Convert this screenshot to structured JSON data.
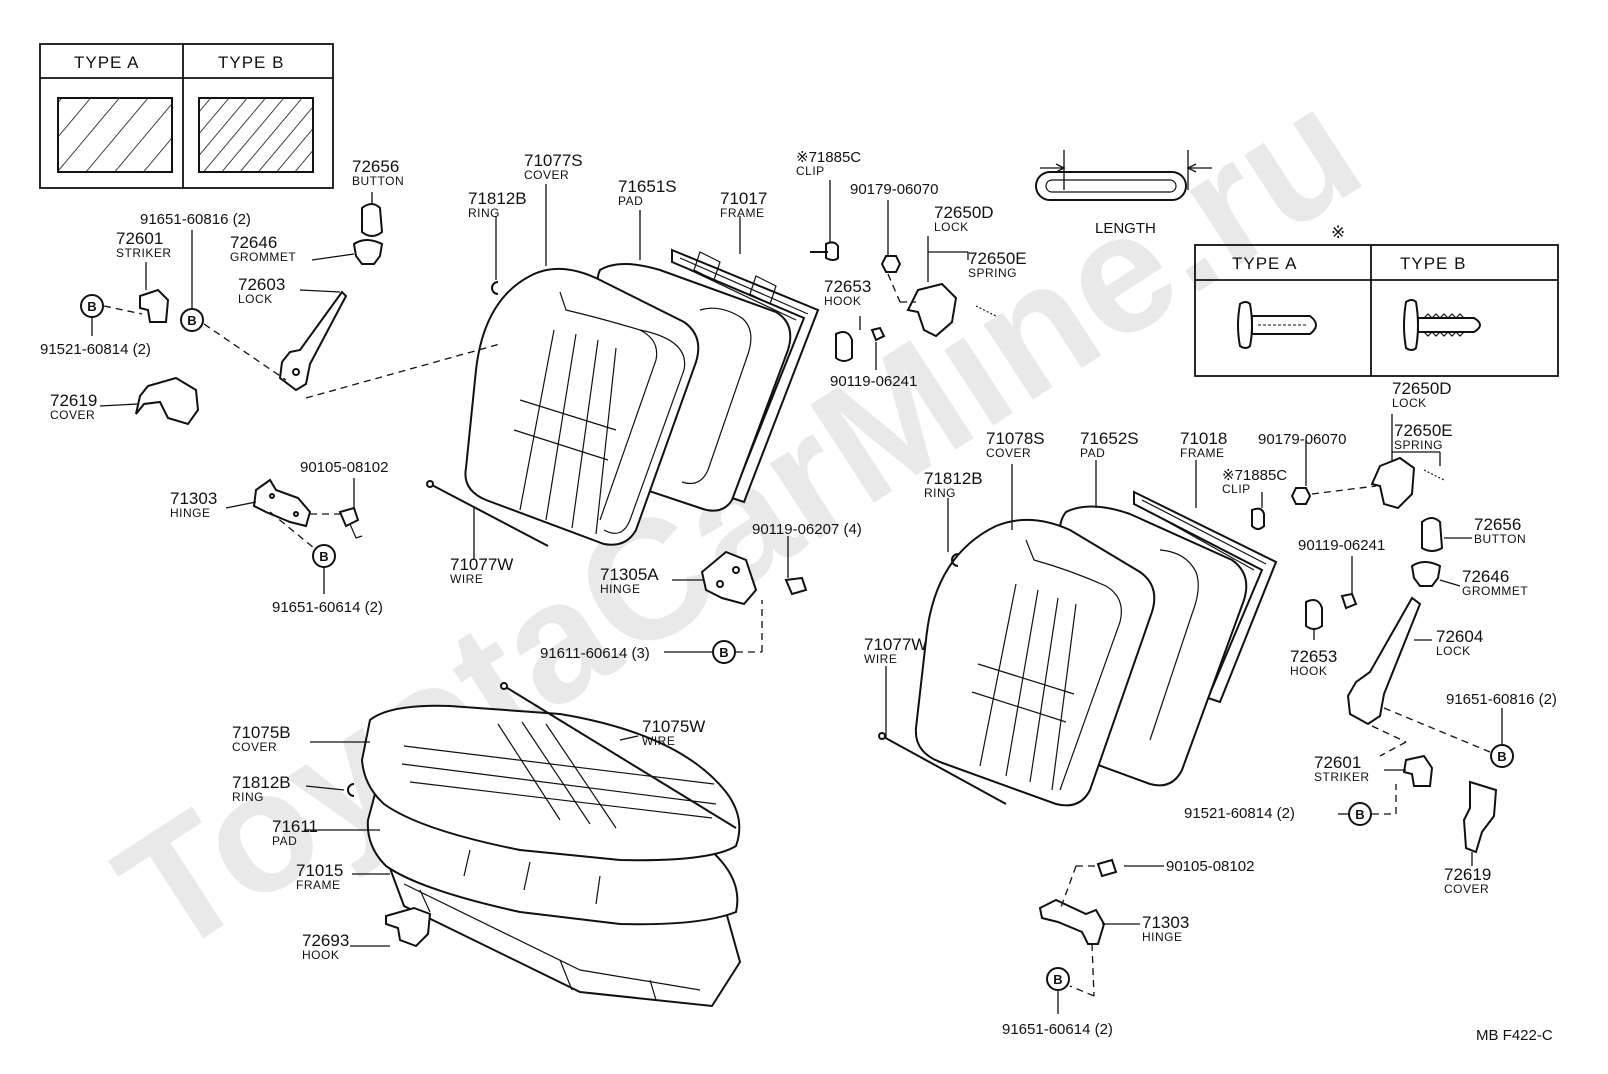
{
  "watermark": "ToyotaCarMine.ru",
  "type_table_top": {
    "type_a": "TYPE A",
    "type_b": "TYPE B"
  },
  "type_table_clip": {
    "mark": "※",
    "type_a": "TYPE A",
    "type_b": "TYPE B"
  },
  "length_label": "LENGTH",
  "drawing_code": "MB  F422-C",
  "b_marker": "B",
  "labels": {
    "p72656a": [
      "72656",
      "BUTTON"
    ],
    "p91651_60816a": [
      "91651-60816 (2)"
    ],
    "p72601a": [
      "72601",
      "STRIKER"
    ],
    "p72646a": [
      "72646",
      "GROMMET"
    ],
    "p72603": [
      "72603",
      "LOCK"
    ],
    "p91521a": [
      "91521-60814 (2)"
    ],
    "p72619a": [
      "72619",
      "COVER"
    ],
    "p90105a": [
      "90105-08102"
    ],
    "p71303a": [
      "71303",
      "HINGE"
    ],
    "p91651_60614a": [
      "91651-60614 (2)"
    ],
    "p71812b_a": [
      "71812B",
      "RING"
    ],
    "p71077s": [
      "71077S",
      "COVER"
    ],
    "p71651s": [
      "71651S",
      "PAD"
    ],
    "p71017": [
      "71017",
      "FRAME"
    ],
    "p71077w_a": [
      "71077W",
      "WIRE"
    ],
    "p71885c_a": [
      "※71885C",
      "CLIP"
    ],
    "p90179a": [
      "90179-06070"
    ],
    "p72650d_a": [
      "72650D",
      "LOCK"
    ],
    "p72650e_a": [
      "72650E",
      "SPRING"
    ],
    "p72653a": [
      "72653",
      "HOOK"
    ],
    "p90119_06241a": [
      "90119-06241"
    ],
    "p90119_06207": [
      "90119-06207 (4)"
    ],
    "p71305a": [
      "71305A",
      "HINGE"
    ],
    "p91611": [
      "91611-60614 (3)"
    ],
    "p71075b": [
      "71075B",
      "COVER"
    ],
    "p71075w": [
      "71075W",
      "WIRE"
    ],
    "p71812b_c": [
      "71812B",
      "RING"
    ],
    "p71611": [
      "71611",
      "PAD"
    ],
    "p71015": [
      "71015",
      "FRAME"
    ],
    "p72693": [
      "72693",
      "HOOK"
    ],
    "p72650d_b": [
      "72650D",
      "LOCK"
    ],
    "p72650e_b": [
      "72650E",
      "SPRING"
    ],
    "p71078s": [
      "71078S",
      "COVER"
    ],
    "p71652s": [
      "71652S",
      "PAD"
    ],
    "p71018": [
      "71018",
      "FRAME"
    ],
    "p90179b": [
      "90179-06070"
    ],
    "p71812b_b": [
      "71812B",
      "RING"
    ],
    "p71885c_b": [
      "※71885C",
      "CLIP"
    ],
    "p72656b": [
      "72656",
      "BUTTON"
    ],
    "p90119_06241b": [
      "90119-06241"
    ],
    "p72646b": [
      "72646",
      "GROMMET"
    ],
    "p71077w_b": [
      "71077W",
      "WIRE"
    ],
    "p72604": [
      "72604",
      "LOCK"
    ],
    "p72653b": [
      "72653",
      "HOOK"
    ],
    "p91651_60816b": [
      "91651-60816 (2)"
    ],
    "p72601b": [
      "72601",
      "STRIKER"
    ],
    "p91521b": [
      "91521-60814 (2)"
    ],
    "p72619b": [
      "72619",
      "COVER"
    ],
    "p90105b": [
      "90105-08102"
    ],
    "p71303b": [
      "71303",
      "HINGE"
    ],
    "p91651_60614b": [
      "91651-60614 (2)"
    ]
  }
}
